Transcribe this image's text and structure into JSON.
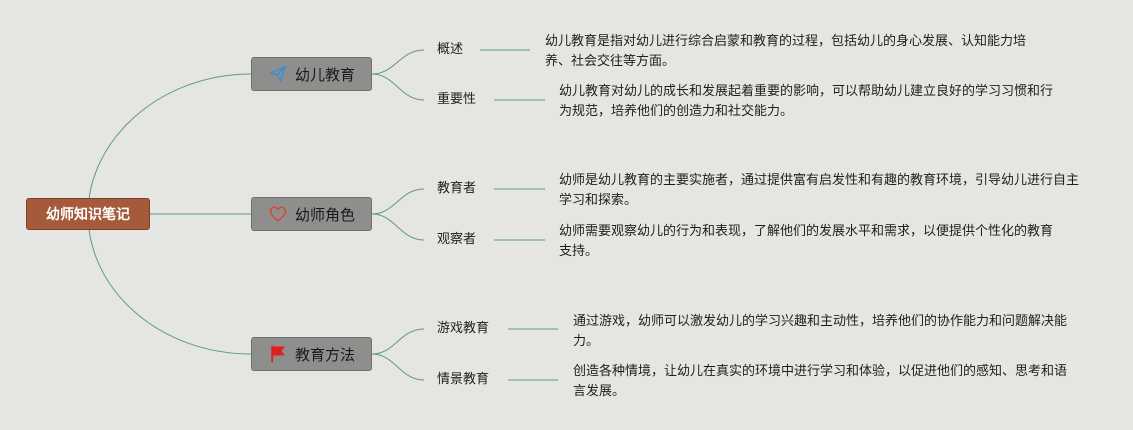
{
  "root": {
    "label": "幼师知识笔记"
  },
  "branches": [
    {
      "label": "幼儿教育",
      "icon": "paper-plane-icon",
      "children": [
        {
          "label": "概述",
          "detail": "幼儿教育是指对幼儿进行综合启蒙和教育的过程，包括幼儿的身心发展、认知能力培养、社会交往等方面。"
        },
        {
          "label": "重要性",
          "detail": "幼儿教育对幼儿的成长和发展起着重要的影响，可以帮助幼儿建立良好的学习习惯和行为规范，培养他们的创造力和社交能力。"
        }
      ]
    },
    {
      "label": "幼师角色",
      "icon": "heart-icon",
      "children": [
        {
          "label": "教育者",
          "detail": "幼师是幼儿教育的主要实施者，通过提供富有启发性和有趣的教育环境，引导幼儿进行自主学习和探索。"
        },
        {
          "label": "观察者",
          "detail": "幼师需要观察幼儿的行为和表现，了解他们的发展水平和需求，以便提供个性化的教育支持。"
        }
      ]
    },
    {
      "label": "教育方法",
      "icon": "flag-icon",
      "children": [
        {
          "label": "游戏教育",
          "detail": "通过游戏，幼师可以激发幼儿的学习兴趣和主动性，培养他们的协作能力和问题解决能力。"
        },
        {
          "label": "情景教育",
          "detail": "创造各种情境，让幼儿在真实的环境中进行学习和体验，以促进他们的感知、思考和语言发展。"
        }
      ]
    }
  ],
  "colors": {
    "background": "#e5e6e1",
    "root": "#a65a3c",
    "branch": "#8e8f8c",
    "connector": "#5f9a82",
    "plane": "#3a8fd0",
    "heart": "#d9453a",
    "flag": "#e02020"
  }
}
